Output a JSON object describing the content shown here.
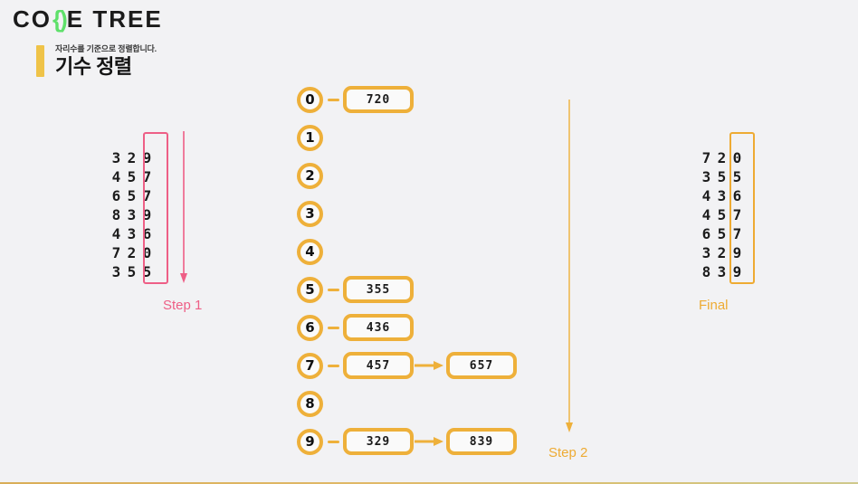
{
  "brand": {
    "part1": "CO",
    "brace": "{)",
    "part2": "E TREE"
  },
  "header": {
    "subtitle": "자리수를 기준으로 정렬합니다.",
    "title": "기수 정렬"
  },
  "colors": {
    "background": "#f2f2f4",
    "accent_orange": "#eeb03a",
    "accent_yellow": "#efc348",
    "accent_pink": "#ee5f86",
    "logo_green": "#5ee06a",
    "text": "#1c1c1c"
  },
  "input_list": {
    "label": "Step 1",
    "values": [
      "329",
      "457",
      "657",
      "839",
      "436",
      "720",
      "355"
    ],
    "highlight_digit_index": 2
  },
  "middle": {
    "label": "Step 2",
    "buckets": [
      {
        "key": "0",
        "boxes": [
          "720"
        ]
      },
      {
        "key": "1",
        "boxes": []
      },
      {
        "key": "2",
        "boxes": []
      },
      {
        "key": "3",
        "boxes": []
      },
      {
        "key": "4",
        "boxes": []
      },
      {
        "key": "5",
        "boxes": [
          "355"
        ]
      },
      {
        "key": "6",
        "boxes": [
          "436"
        ]
      },
      {
        "key": "7",
        "boxes": [
          "457",
          "657"
        ]
      },
      {
        "key": "8",
        "boxes": []
      },
      {
        "key": "9",
        "boxes": [
          "329",
          "839"
        ]
      }
    ]
  },
  "output_list": {
    "label": "Final",
    "values": [
      "720",
      "355",
      "436",
      "457",
      "657",
      "329",
      "839"
    ],
    "highlight_digit_index": 2
  }
}
